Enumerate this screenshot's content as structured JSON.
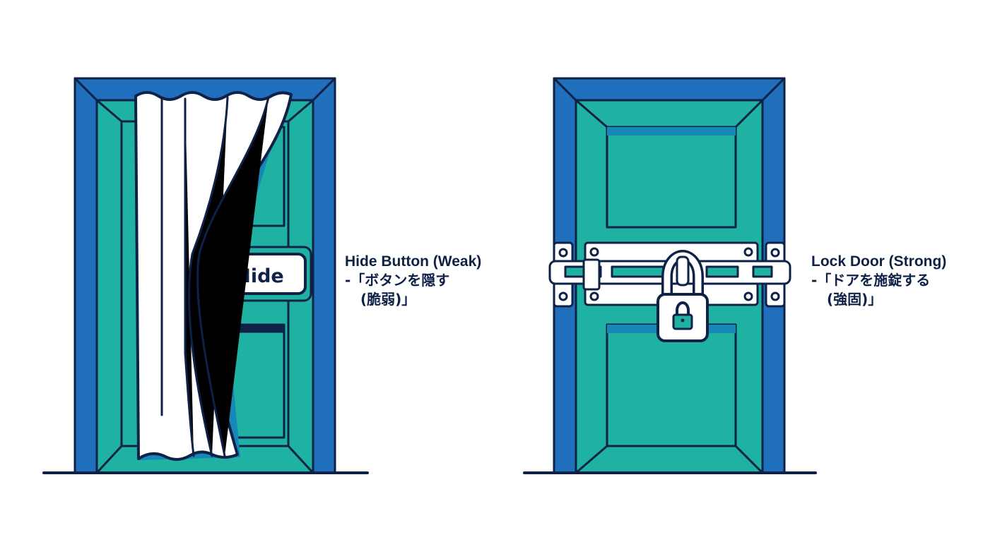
{
  "weak": {
    "button_text": "Hide",
    "title": "Hide Button (Weak)",
    "line2": "-「ボタンを隠す",
    "line3": "(脆弱)」"
  },
  "strong": {
    "title": "Lock Door (Strong)",
    "line2": "-「ドアを施錠する",
    "line3": "(強固)」"
  },
  "colors": {
    "frame_blue": "#1f6fbd",
    "door_teal": "#1fb2a3",
    "outline_navy": "#0f2147",
    "curtain_white": "#ffffff",
    "panel_shadow": "#1787b8"
  },
  "icons": [
    "curtain-icon",
    "padlock-icon",
    "lock-keyhole-icon",
    "barrel-bolt-icon"
  ]
}
